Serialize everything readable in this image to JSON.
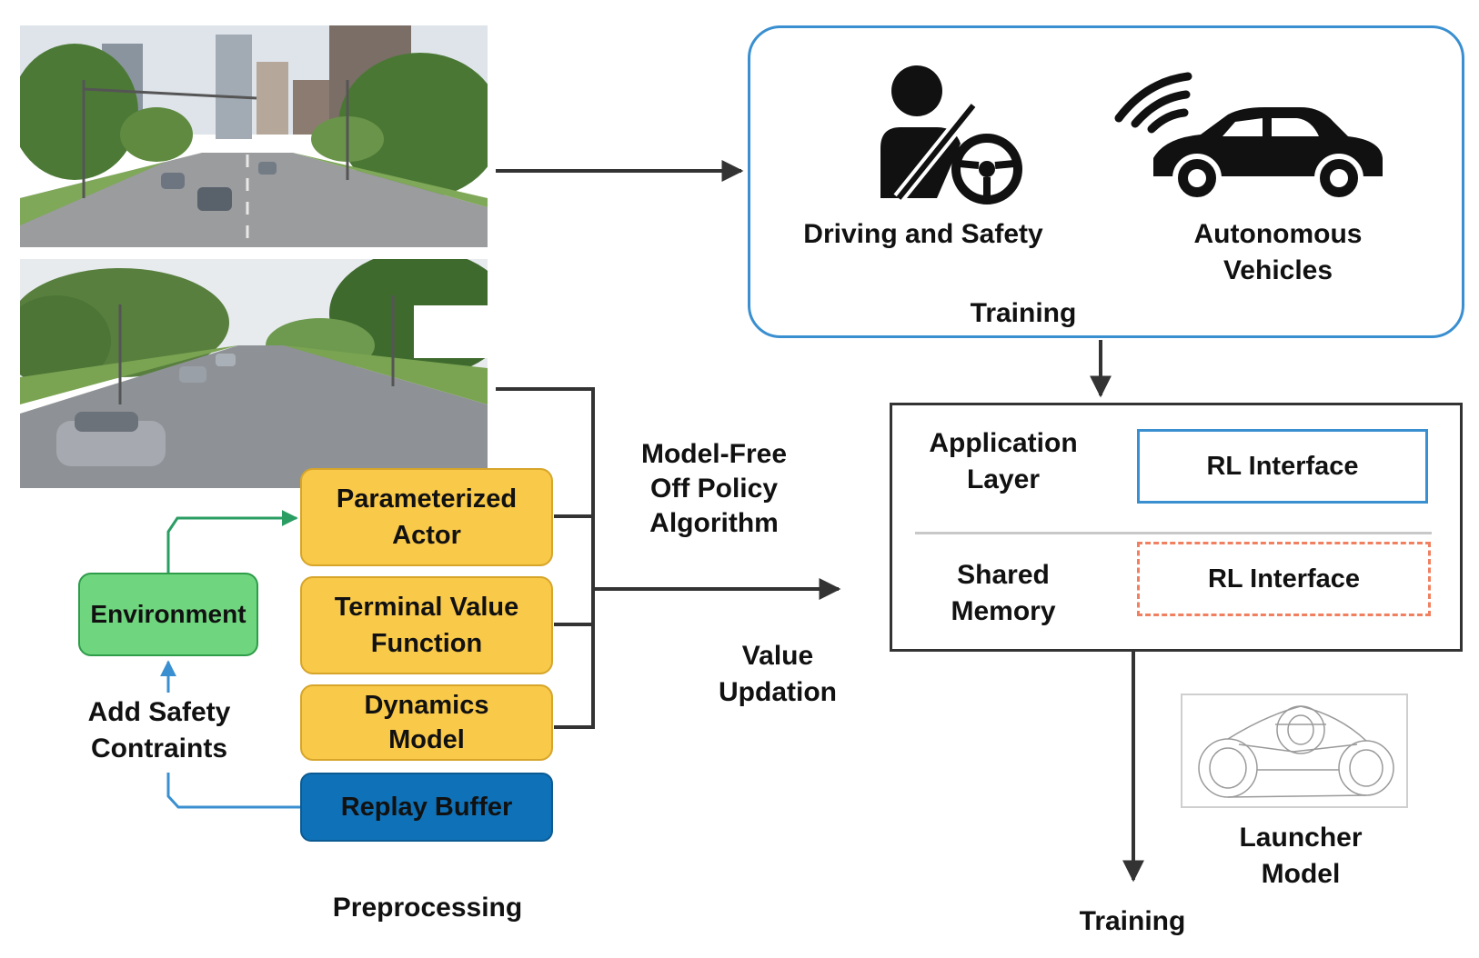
{
  "colors": {
    "training_border": "#3a8fd0",
    "actor_fill": "#f9c94a",
    "environment_fill": "#6fd67f",
    "replay_fill": "#0f72b8",
    "rl_interface_border": "#3a8fd0",
    "rl_interface_dashed": "#f08060",
    "green_arrow": "#2a9d63",
    "blue_arrow": "#3a8fd0"
  },
  "icons": {
    "driver": "driver-seatbelt-steering-icon",
    "car": "connected-car-wifi-icon",
    "launcher": "vehicle-wireframe-icon"
  },
  "training_box": {
    "driving_safety": "Driving and Safety",
    "autonomous_vehicles": "Autonomous\nVehicles",
    "title": "Training"
  },
  "algorithm": {
    "model_free": "Model-Free\nOff Policy\nAlgorithm",
    "value_updation": "Value\nUpdation"
  },
  "components": {
    "actor": "Parameterized\nActor",
    "terminal_value": "Terminal Value\nFunction",
    "dynamics": "Dynamics\nModel",
    "replay_buffer": "Replay Buffer",
    "environment": "Environment",
    "safety": "Add Safety\nContraints",
    "preprocessing": "Preprocessing"
  },
  "system_box": {
    "application_layer": "Application\nLayer",
    "rl_interface_top": "RL Interface",
    "shared_memory": "Shared\nMemory",
    "rl_interface_bottom": "RL Interface"
  },
  "bottom": {
    "launcher_model": "Launcher\nModel",
    "training": "Training"
  }
}
